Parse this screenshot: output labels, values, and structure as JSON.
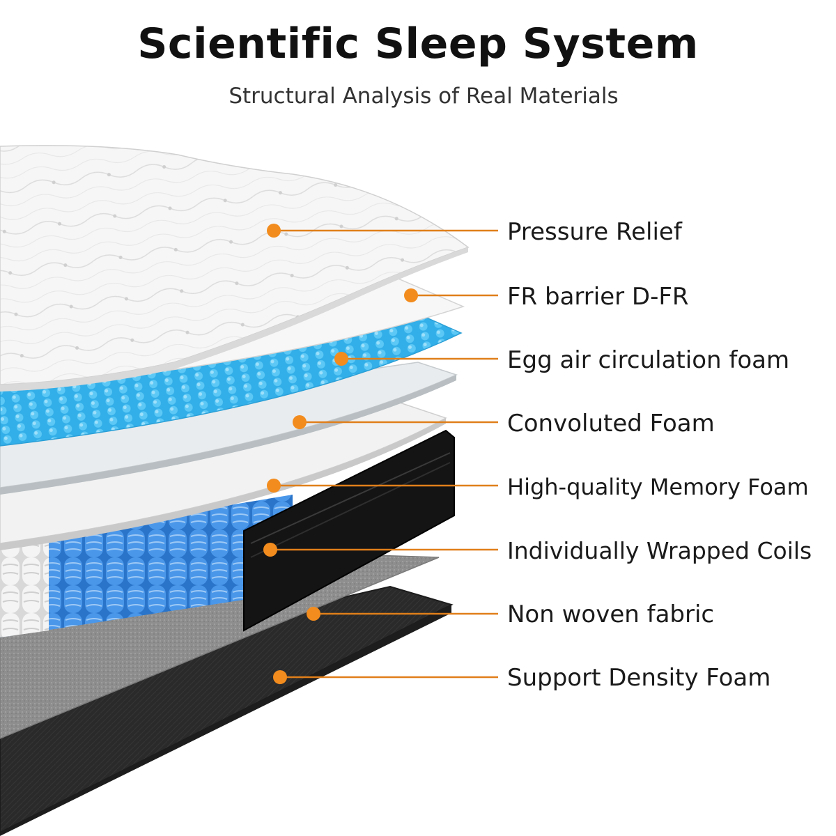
{
  "header": {
    "title": "Scientific Sleep System",
    "subtitle": "Structural Analysis of Real Materials"
  },
  "colors": {
    "accent": "#f28c1e",
    "coil_blue": "#2f86e0",
    "egg_foam": "#38b7ee",
    "cover": "#f4f4f4",
    "side_panel": "#1a1a1a",
    "fabric": "#8c8c8c",
    "support": "#2b2b2b"
  },
  "layers": [
    {
      "label": "Pressure Relief"
    },
    {
      "label": "FR barrier D-FR"
    },
    {
      "label": "Egg air circulation foam"
    },
    {
      "label": "Convoluted Foam"
    },
    {
      "label": "High-quality Memory Foam"
    },
    {
      "label": "Individually Wrapped Coils"
    },
    {
      "label": "Non woven fabric"
    },
    {
      "label": "Support Density Foam"
    }
  ]
}
